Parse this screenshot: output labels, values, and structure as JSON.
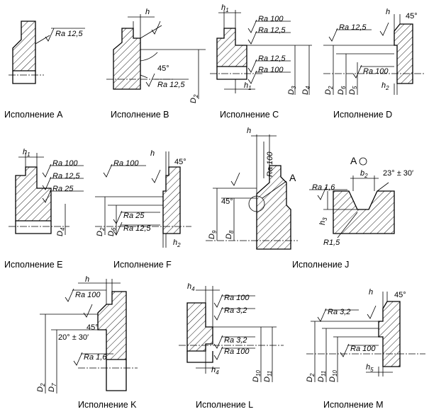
{
  "captions": {
    "A": "Исполнение A",
    "B": "Исполнение B",
    "C": "Исполнение C",
    "D": "Исполнение D",
    "E": "Исполнение E",
    "F": "Исполнение F",
    "J": "Исполнение J",
    "K": "Исполнение K",
    "L": "Исполнение L",
    "M": "Исполнение M"
  },
  "rough": {
    "ra_12_5": "Ra 12,5",
    "ra_100": "Ra 100",
    "ra_25": "Ra 25",
    "ra_1_6": "Ra 1,6",
    "ra_3_2": "Ra 3,2"
  },
  "dims": {
    "h": "h",
    "h1": "h",
    "h1_sub": "1",
    "h2": "h",
    "h2_sub": "2",
    "h3": "h",
    "h3_sub": "3",
    "h4": "h",
    "h4_sub": "4",
    "h5": "h",
    "h5_sub": "5",
    "b2": "b",
    "b2_sub": "2",
    "D": "D",
    "s1": "1",
    "s2": "2",
    "s3": "3",
    "s4": "4",
    "s5": "5",
    "s6": "6",
    "s8": "8",
    "s9": "9",
    "s10": "10",
    "s11": "11",
    "deg45": "45°",
    "angle_23": "23° ± 30′",
    "angle_20": "20° ± 30′",
    "r_1_5": "R1,5",
    "detail_a": "A"
  }
}
